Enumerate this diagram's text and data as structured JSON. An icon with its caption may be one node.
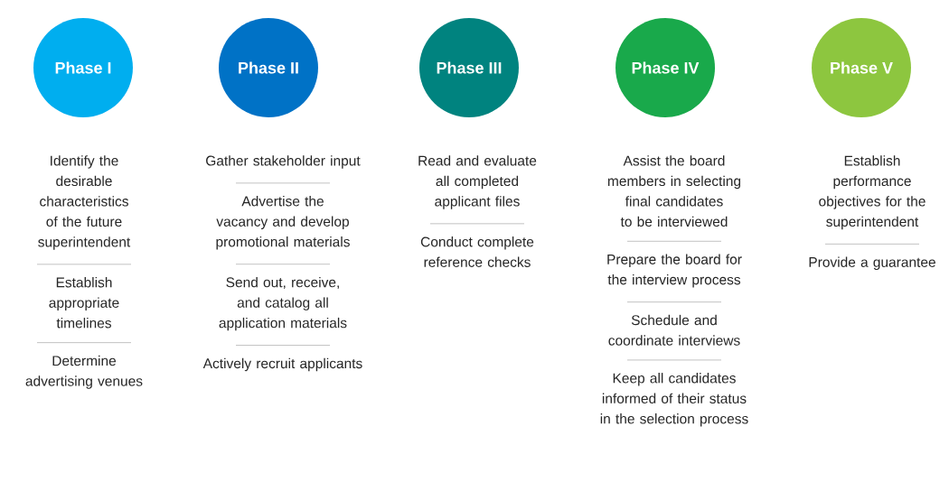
{
  "diagram": {
    "nodes": [
      {
        "text": [
          "Phase I"
        ],
        "beside": [
          "Identify the desirable characteristics of the future superintendent",
          "Establish appropriate timelines",
          "Determine advertising venues"
        ]
      },
      {
        "text": [
          "Phase II"
        ],
        "beside": [
          "Gather stakeholder input",
          "Advertise the vacancy and develop promotional materials",
          "Send out, receive, and catalog all application materials",
          "Actively recruit applicants"
        ]
      },
      {
        "text": [
          "Phase III"
        ],
        "beside": [
          "Read and evaluate all completed applicant files",
          "Conduct complete reference checks"
        ]
      },
      {
        "text": [
          "Phase IV"
        ],
        "beside": [
          "Assist the board members in selecting final candidates to be interviewed",
          "Prepare the board for the interview process",
          "Schedule and coordinate interviews",
          "Keep all candidates informed of their status in the selection process"
        ]
      },
      {
        "text": [
          "Phase V"
        ],
        "beside": [
          "Establish performance objectives for the superintendent",
          "Provide a guarantee"
        ]
      }
    ]
  }
}
